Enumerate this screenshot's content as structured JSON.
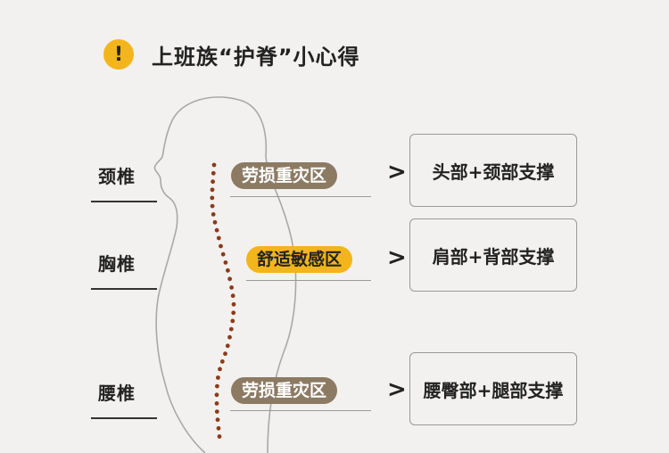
{
  "header": {
    "icon": "exclamation-icon",
    "icon_glyph": "!",
    "title": "上班族“护脊”小心得"
  },
  "rows": [
    {
      "spine_label": "颈椎",
      "zone": "劳损重灾区",
      "zone_type": "danger",
      "arrow": ">",
      "support": "头部+颈部支撑"
    },
    {
      "spine_label": "胸椎",
      "zone": "舒适敏感区",
      "zone_type": "comfort",
      "arrow": ">",
      "support": "肩部+背部支撑"
    },
    {
      "spine_label": "腰椎",
      "zone": "劳损重灾区",
      "zone_type": "danger",
      "arrow": ">",
      "support": "腰臀部+腿部支撑"
    }
  ],
  "colors": {
    "accent": "#f3b51c",
    "danger_tag": "#8c7a63",
    "spine_dots": "#8a3b1a"
  }
}
